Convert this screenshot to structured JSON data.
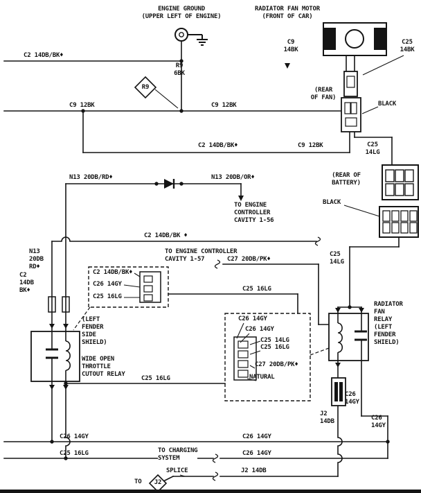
{
  "colors": {
    "ink": "#141414",
    "background": "#ffffff"
  },
  "labels": {
    "engine_ground": "ENGINE GROUND\n(UPPER LEFT OF ENGINE)",
    "radiator_fan_motor": "RADIATOR FAN MOTOR\n(FRONT OF CAR)",
    "c9_14bk_motor": "C9\n14BK",
    "c25_14bk_motor": "C25\n14BK",
    "c2_14db_bk_top": "C2 14DB/BK♦",
    "r9_6bk": "R9\n6BK",
    "r9_splice": "R9",
    "c9_12bk_a": "C9 12BK",
    "c9_12bk_b": "C9 12BK",
    "rear_of_fan": "(REAR\nOF FAN)",
    "black_fan": "BLACK",
    "c2_14db_bk_mid": "C2 14DB/BK♦",
    "c9_12bk_c": "C9 12BK",
    "c25_14lg_top": "C25\n14LG",
    "rear_of_battery": "(REAR OF\nBATTERY)",
    "n13_20db_rd": "N13 20DB/RD♦",
    "n13_20db_or": "N13 20DB/OR♦",
    "to_engine_controller_1_56": "TO ENGINE\nCONTROLLER\nCAVITY 1-56",
    "black_battery": "BLACK",
    "c2_14db_bk_low": "C2 14DB/BK ♦",
    "n13_20db_rd_stack": "N13\n20DB\nRD♦",
    "c2_14db_bk_stack": "C2\n14DB\nBK♦",
    "to_engine_controller_1_57": "TO ENGINE CONTROLLER\nCAVITY 1-57",
    "c27_20db_pk": "C27 20DB/PK♦",
    "box1_c2": "C2 14DB/BK♦",
    "box1_c26": "C26 14GY",
    "box1_c25": "C25 16LG",
    "c25_16lg_mid": "C25 16LG",
    "c25_14lg_right": "C25\n14LG",
    "left_fender_side_shield": "(LEFT\nFENDER\nSIDE\nSHIELD)",
    "wot_relay": "WIDE OPEN\nTHROTTLE\nCUTOUT RELAY",
    "radiator_fan_relay": "RADIATOR\nFAN\nRELAY\n(LEFT\nFENDER\nSHIELD)",
    "box2_c26_a": "C26 14GY",
    "box2_c26_b": "C26 14GY",
    "box2_c25_14lg": "C25 14LG",
    "box2_c25_16lg": "C25 16LG",
    "box2_c27": "C27 20DB/PK♦",
    "box2_natural": "NATURAL",
    "c25_16lg_relay": "C25 16LG",
    "c26_14gy_stack_a": "C26\n14GY",
    "c26_14gy_stack_b": "C26\n14GY",
    "j2_14db_stack": "J2\n14DB",
    "c26_14gy_bot_a": "C26 14GY",
    "c26_14gy_bot_b": "C26 14GY",
    "c25_16lg_bot": "C25 16LG",
    "to_charging_system": "TO CHARGING\nSYSTEM",
    "c26_14gy_charging": "C26 14GY",
    "splice": "SPLICE",
    "j2_14db_bot": "J2 14DB",
    "to_j2": "TO",
    "j2_splice": "J2"
  }
}
